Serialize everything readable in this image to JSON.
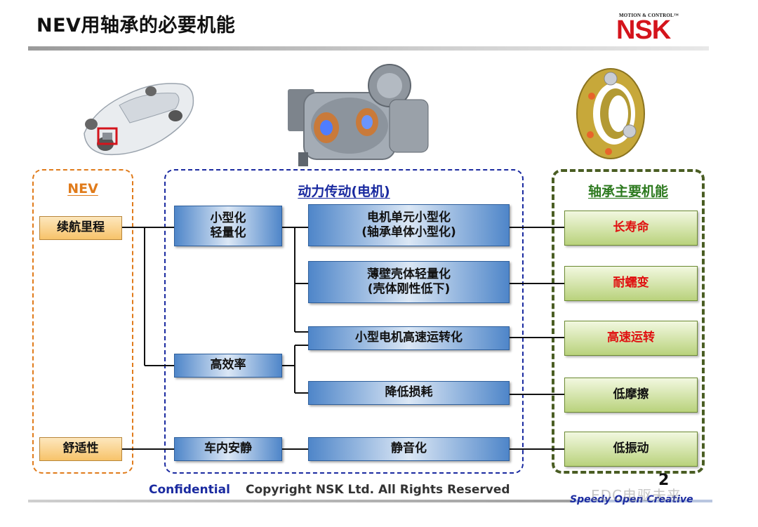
{
  "header": {
    "title": "NEV用轴承的必要机能",
    "logo_tagline": "MOTION & CONTROL™",
    "logo_text": "NSK"
  },
  "groups": {
    "nev": {
      "title": "NEV"
    },
    "drive": {
      "title": "动力传动(电机)"
    },
    "functions": {
      "title": "轴承主要机能"
    }
  },
  "nev_items": [
    "续航里程",
    "舒适性"
  ],
  "drive_level1": [
    "小型化\n轻量化",
    "高效率",
    "车内安静"
  ],
  "drive_level2": [
    "电机单元小型化\n(轴承单体小型化)",
    "薄壁壳体轻量化\n(壳体刚性低下)",
    "小型电机高速运转化",
    "降低损耗",
    "静音化"
  ],
  "functions": [
    "长寿命",
    "耐蠕变",
    "高速运转",
    "低摩擦",
    "低振动"
  ],
  "colors": {
    "nev_accent": "#e07b1b",
    "drive_accent": "#1a2aa0",
    "function_accent": "#2d7a1f",
    "function_highlight": "#e01010",
    "logo_red": "#d4141c"
  },
  "images": {
    "car": "car-icon",
    "motor": "motor-icon",
    "bearing": "bearing-icon"
  },
  "footer": {
    "confidential": "Confidential",
    "copyright": "Copyright NSK Ltd. All Rights Reserved",
    "page_number": "2",
    "tagline": "Speedy Open Creative",
    "watermark": "EDC电驱未来"
  }
}
